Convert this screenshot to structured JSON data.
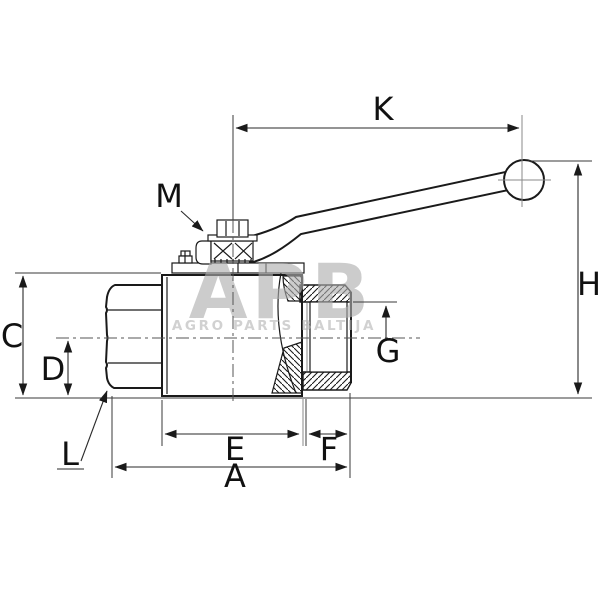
{
  "drawing": {
    "title": "ball-valve-section-drawing",
    "labels": {
      "K": "K",
      "M": "M",
      "H": "H",
      "C": "C",
      "D": "D",
      "G": "G",
      "L": "L",
      "E": "E",
      "F": "F",
      "A": "A"
    },
    "watermark": {
      "logo": "APB",
      "subtitle": "AGRO PARTS BALTIJA",
      "color": "#c9c9c9"
    },
    "line_color": "#1a1a1a",
    "background_color": "#ffffff"
  }
}
